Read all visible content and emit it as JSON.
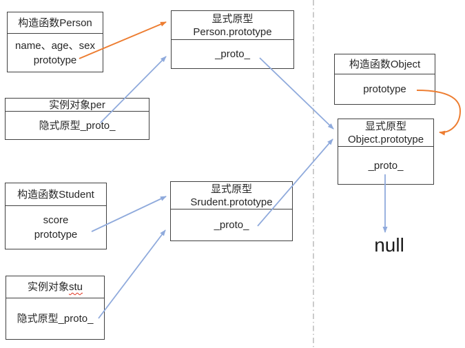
{
  "diagram": {
    "boxes": {
      "person_constructor": {
        "title": "构造函数Person",
        "body_line1": "name、age、sex",
        "body_line2": "prototype"
      },
      "person_prototype": {
        "title_line1": "显式原型",
        "title_line2": "Person.prototype",
        "body": "_proto_"
      },
      "per_instance": {
        "title": "实例对象per",
        "body": "隐式原型_proto_"
      },
      "student_constructor": {
        "title": "构造函数Student",
        "body_line1": "score",
        "body_line2": "prototype"
      },
      "srudent_prototype": {
        "title_line1": "显式原型",
        "title_line2": "Srudent.prototype",
        "body": "_proto_"
      },
      "stu_instance": {
        "title_prefix": "实例对象",
        "title_misspelled": "stu",
        "body": "隐式原型_proto_"
      },
      "object_constructor": {
        "title": "构造函数Object",
        "body": "prototype"
      },
      "object_prototype": {
        "title_line1": "显式原型",
        "title_line2": "Object.prototype",
        "body": "_proto_"
      }
    },
    "null_label": "null",
    "colors": {
      "arrow_blue": "#8faadc",
      "arrow_orange": "#ed7d31",
      "box_border": "#3f3f3f",
      "dashed_divider": "#a8a8a8",
      "text": "#262626",
      "spellcheck_underline": "#e0321f"
    }
  }
}
